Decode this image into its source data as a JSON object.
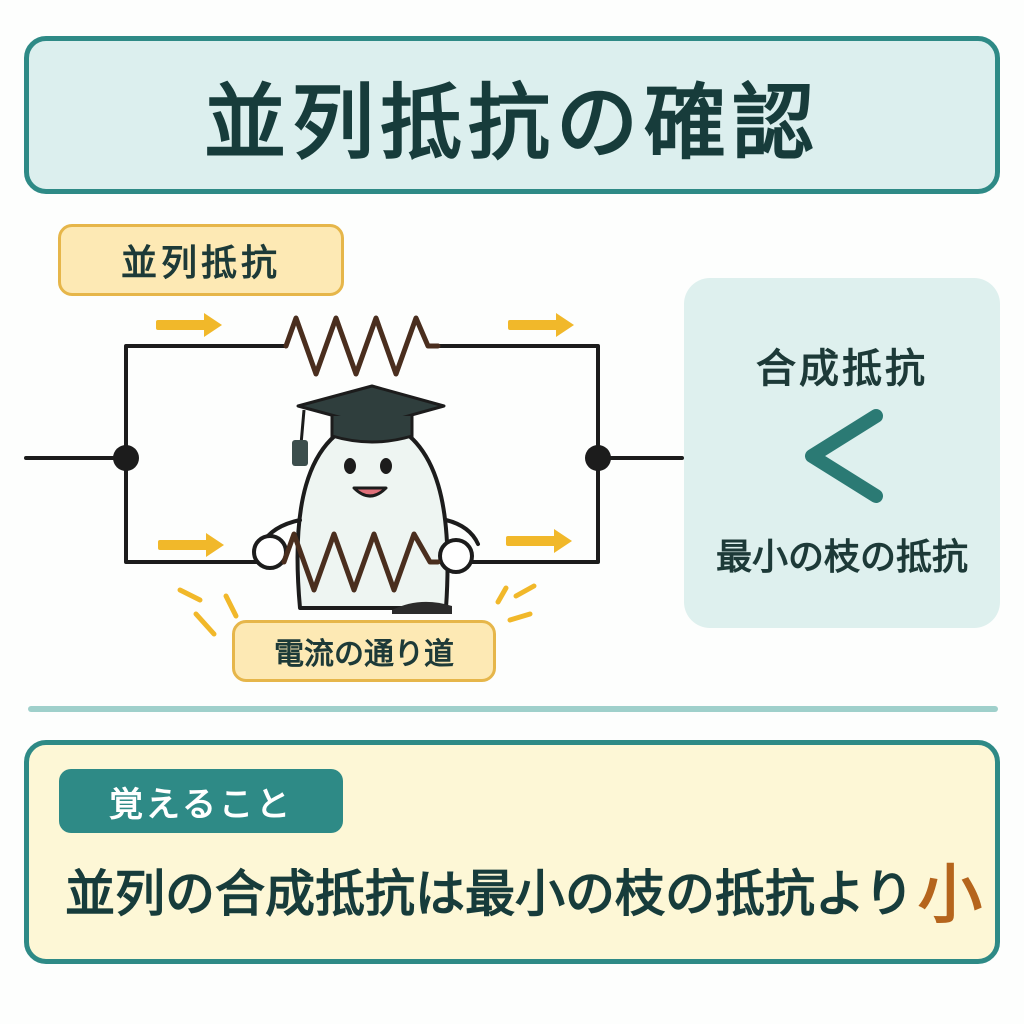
{
  "title": "並列抵抗の確認",
  "circuit": {
    "label": "並列抵抗",
    "path_label": "電流の通り道"
  },
  "comparison": {
    "left": "合成抵抗",
    "symbol": "<",
    "right": "最小の枝の抵抗"
  },
  "memo": {
    "label": "覚えること",
    "statement": "並列の合成抵抗は最小の枝の抵抗より",
    "emphasis": "小"
  },
  "colors": {
    "frame": "#2e8a86",
    "title_fill": "#dcefee",
    "tag_fill": "#fde9b4",
    "tag_border": "#e6b64a",
    "arrow": "#f1b82a",
    "resistor": "#4a2e1e",
    "wire": "#1c1c1c",
    "memo_fill": "#fdf7d6",
    "accent": "#b5651d"
  },
  "icons": [
    "arrow-right-icon",
    "graduation-cap-icon",
    "ghost-mascot-icon",
    "less-than-icon"
  ]
}
